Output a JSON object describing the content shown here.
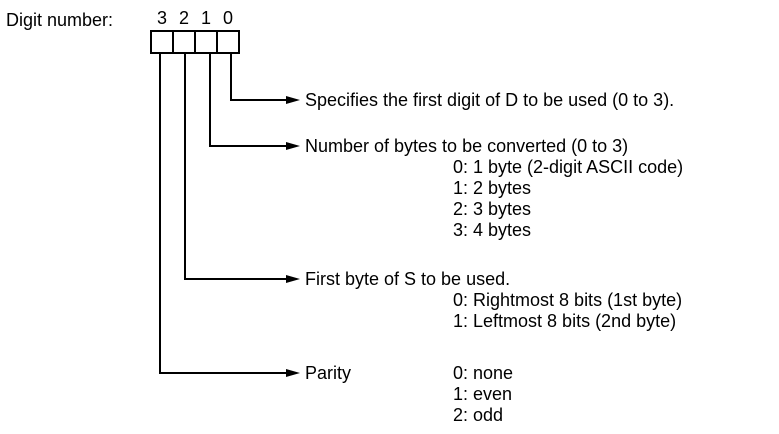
{
  "label": {
    "digit_number": "Digit number:"
  },
  "digits": [
    "3",
    "2",
    "1",
    "0"
  ],
  "fields": {
    "digit0": {
      "description": "Specifies the first digit of D to be used (0 to 3)."
    },
    "digit1": {
      "description": "Number of bytes to be converted (0 to 3)",
      "options": [
        "0: 1 byte (2-digit ASCII code)",
        "1: 2 bytes",
        "2: 3 bytes",
        "3: 4 bytes"
      ]
    },
    "digit2": {
      "description": "First byte of S to be used.",
      "options": [
        "0: Rightmost 8 bits (1st byte)",
        "1: Leftmost 8 bits (2nd byte)"
      ]
    },
    "digit3": {
      "description": "Parity",
      "options": [
        "0: none",
        "1: even",
        "2: odd"
      ]
    }
  },
  "colors": {
    "line": "#000000",
    "text": "#000000",
    "background": "#ffffff"
  }
}
